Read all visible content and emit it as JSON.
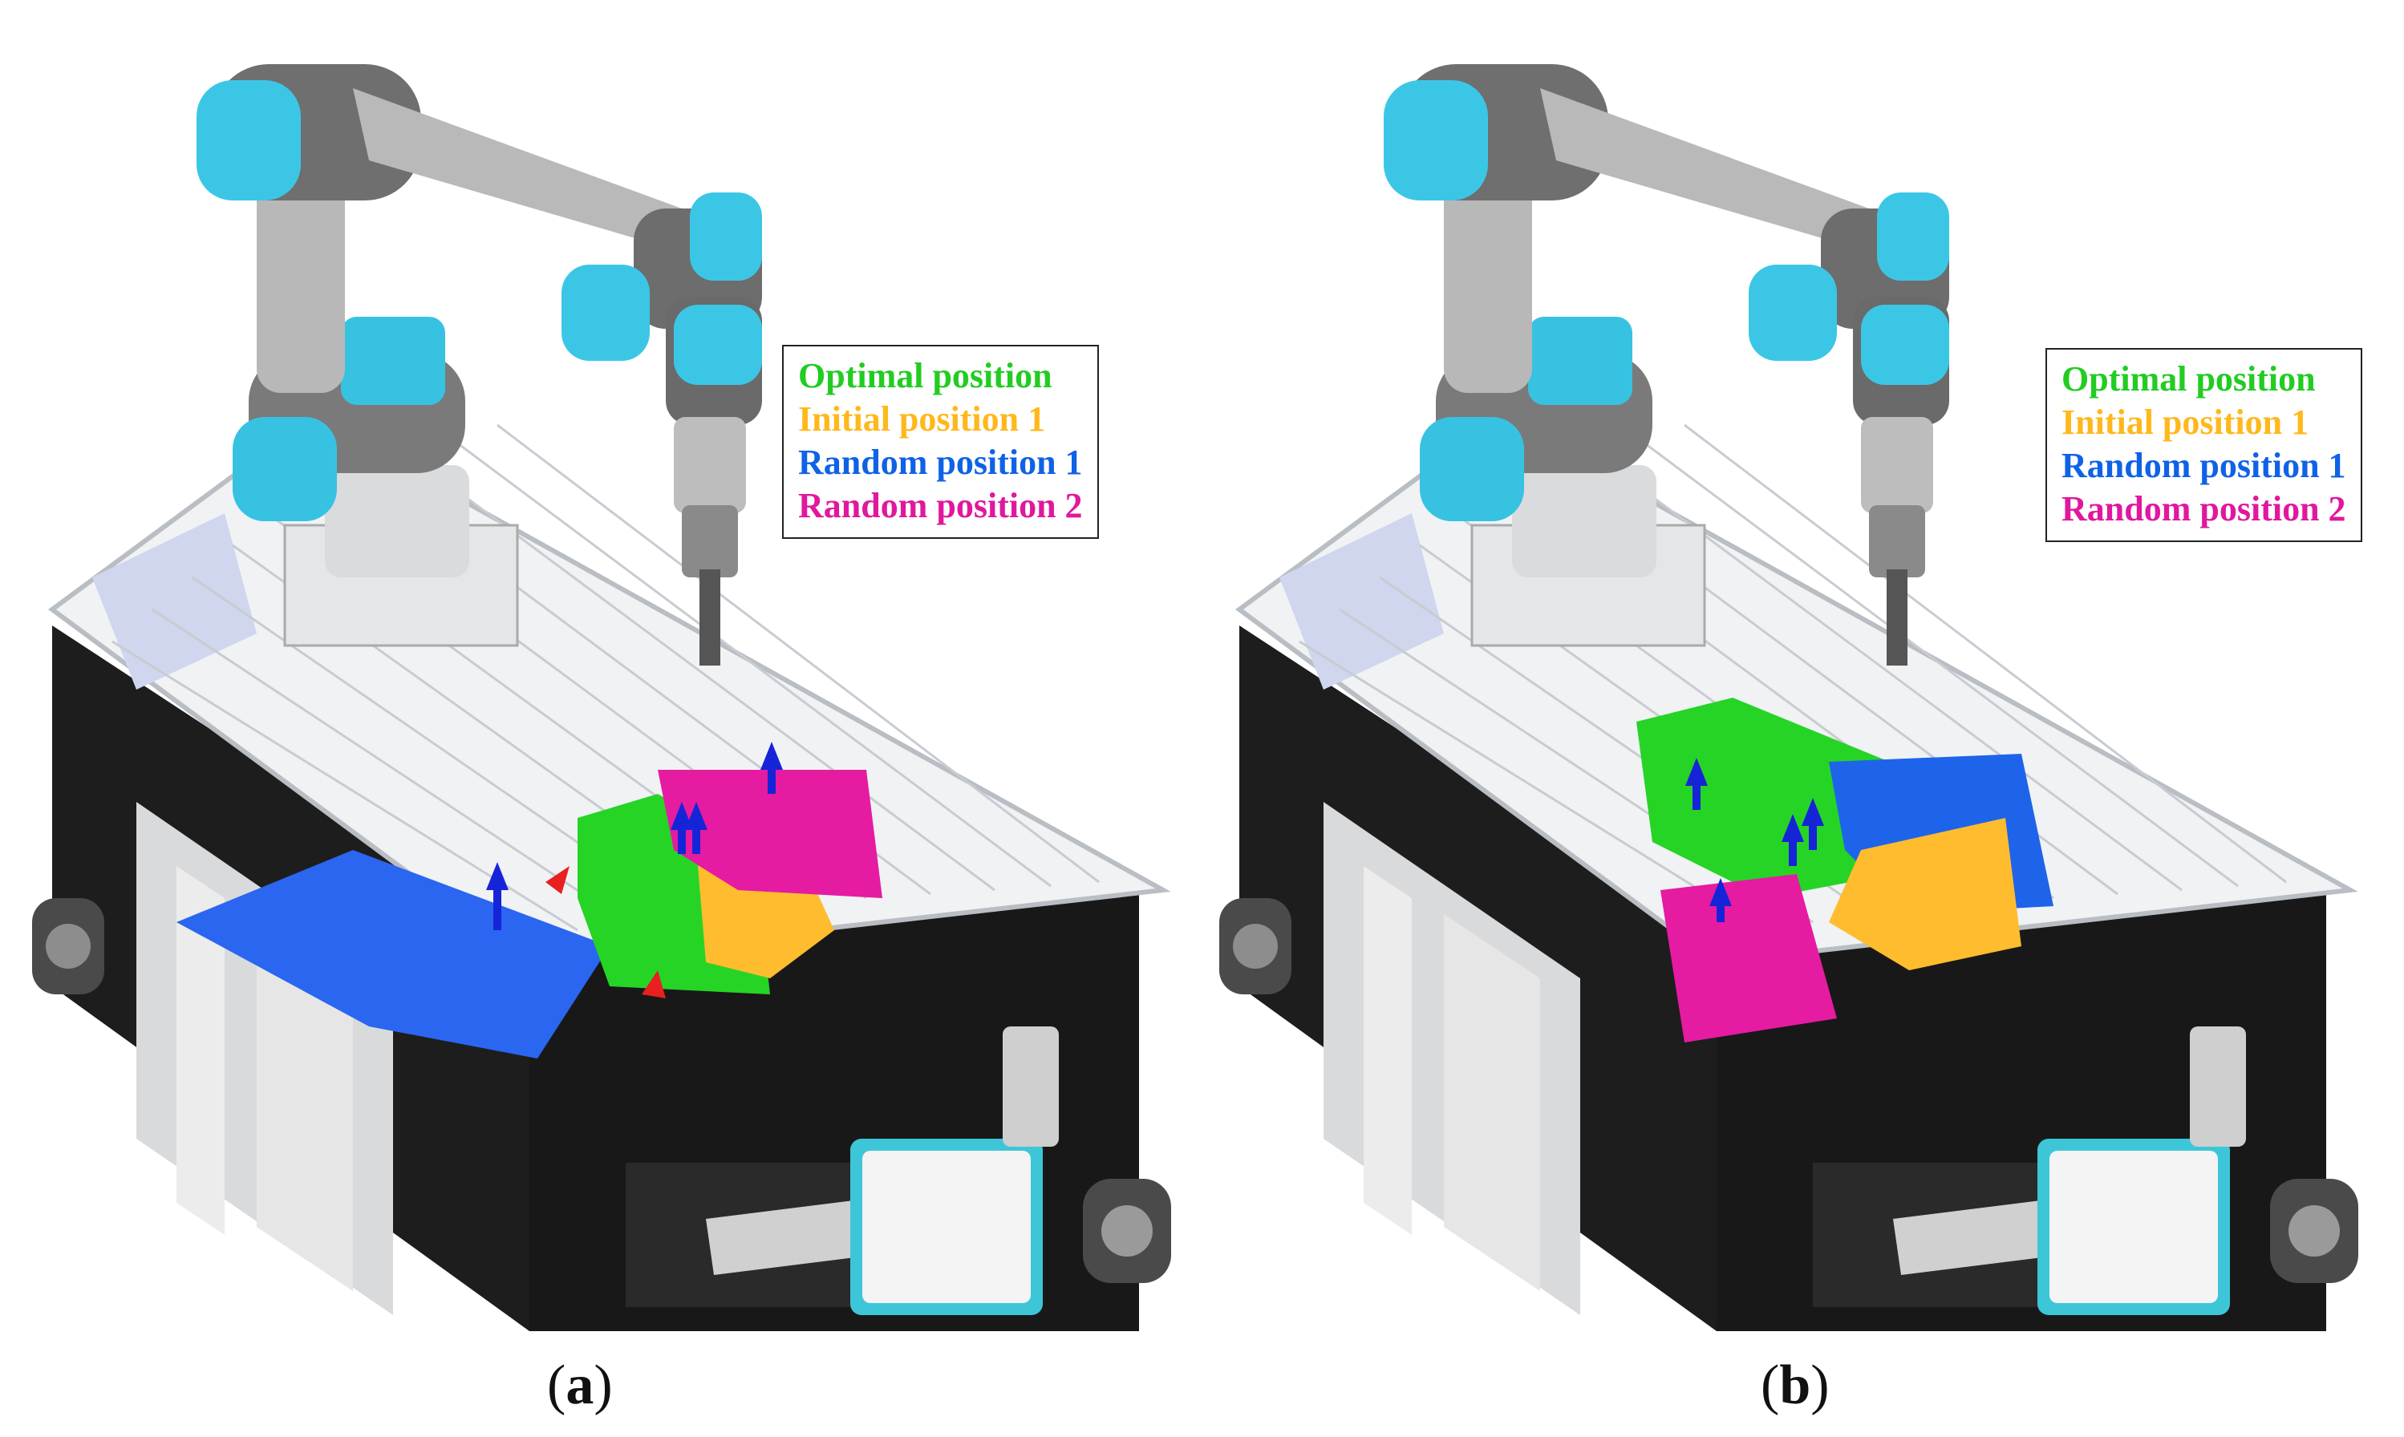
{
  "legend": {
    "items": [
      {
        "label": "Optimal position",
        "color": "#22cc22"
      },
      {
        "label": "Initial position 1",
        "color": "#ffb81c"
      },
      {
        "label": "Random position 1",
        "color": "#0f62e6"
      },
      {
        "label": "Random position 2",
        "color": "#e0189e"
      }
    ]
  },
  "captions": {
    "a": {
      "open": "(",
      "letter": "a",
      "close": ")"
    },
    "b": {
      "open": "(",
      "letter": "b",
      "close": ")"
    }
  },
  "colors": {
    "robot_cyan": "#39c4e4",
    "robot_gray": "#8a8a8a",
    "table_top": "#f2f4f6",
    "cabinet": "#1c1c1c",
    "arrow_blue": "#1624d8",
    "arrow_red": "#e82020"
  }
}
